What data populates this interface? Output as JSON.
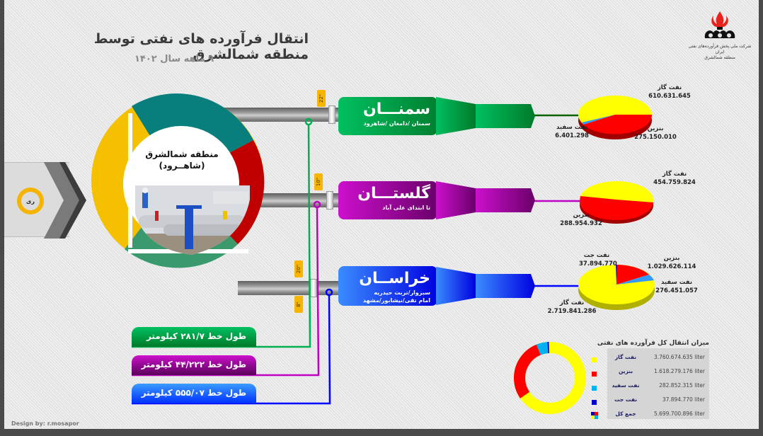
{
  "header": {
    "title": "انتقال فرآورده های نفتی توسط منطقه شمالشرق",
    "subtitle": "۹ ماهه سال ۱۴۰۲"
  },
  "logo": {
    "line1": "شرکت ملی پخش فرآورده‌های نفتی ایران",
    "line2": "منطقه شمالشرق"
  },
  "entry": {
    "badge": "ری"
  },
  "hub": {
    "name": "منطقه شمالشرق",
    "city": "(شاهــرود)",
    "ring_colors": [
      "#087f7c",
      "#c00000",
      "#3a9a6e",
      "#f5c000"
    ]
  },
  "pipes": [
    {
      "size": "22\"",
      "color": "#00b050"
    },
    {
      "size": "10\"",
      "color": "#c000c0"
    },
    {
      "size": "20\"",
      "color": "#1e90ff"
    },
    {
      "size": "8\"",
      "color": "#0000ff"
    }
  ],
  "regions": [
    {
      "name": "سمنـــان",
      "sub": "سمنان /دامغان /شاهرود",
      "color": "#00b050"
    },
    {
      "name": "گلستـــان",
      "sub": "تا ابتدای علی آباد",
      "color": "#c000c0"
    },
    {
      "name": "خراســان",
      "sub": "سبزوار/تربت حیدریه",
      "sub2": "امام تقی/نیشابور/مشهد",
      "color": "#1e90ff"
    }
  ],
  "lengths": [
    {
      "label": "طول خط ۲۸۱/۷ کیلومتر",
      "color": "#00a040"
    },
    {
      "label": "طول خط ۴۴/۲۲۲ کیلومتر",
      "color": "#a000a0"
    },
    {
      "label": "طول خط ۵۵۵/۰۷ کیلومتر",
      "color": "#1e6cff"
    }
  ],
  "chart_data": [
    {
      "type": "pie",
      "title": "سمنان",
      "categories": [
        "نفت گاز",
        "بنزین",
        "نفت سفید"
      ],
      "values": [
        610631645,
        275150010,
        6401298
      ],
      "labels": [
        "610.631.645",
        "275.150.010",
        "6.401.298"
      ],
      "colors": [
        "#ffff00",
        "#ff0000",
        "#3399ff"
      ]
    },
    {
      "type": "pie",
      "title": "گلستان",
      "categories": [
        "نفت گاز",
        "بنزین"
      ],
      "values": [
        454759824,
        288954932
      ],
      "labels": [
        "454.759.824",
        "288.954.932"
      ],
      "colors": [
        "#ffff00",
        "#ff0000"
      ]
    },
    {
      "type": "pie",
      "title": "خراسان",
      "categories": [
        "نفت گاز",
        "بنزین",
        "نفت سفید",
        "نفت جت"
      ],
      "values": [
        2719841286,
        1029626114,
        276451057,
        37894770
      ],
      "labels": [
        "2.719.841.286",
        "1.029.626.114",
        "276.451.057",
        "37.894.770"
      ],
      "colors": [
        "#ffff00",
        "#ff0000",
        "#3399ff",
        "#0000cc"
      ]
    },
    {
      "type": "pie",
      "title": "میزان انتقال کل فرآورده های نفتی",
      "categories": [
        "نفت گاز",
        "بنزین",
        "نفت سفید",
        "نفت جت"
      ],
      "values": [
        3760674635,
        1618279176,
        282852315,
        37894770
      ],
      "colors": [
        "#ffff00",
        "#ff0000",
        "#00b0f0",
        "#0000cc"
      ],
      "unit": "liter"
    }
  ],
  "legend": {
    "title": "میزان انتقال کل فرآورده های نفتی",
    "rows": [
      {
        "name": "نفت گاز",
        "value": "3.760.674.635 liter",
        "color": "#ffff00"
      },
      {
        "name": "بنزین",
        "value": "1.618.279.176 liter",
        "color": "#ff0000"
      },
      {
        "name": "نفت سفید",
        "value": "282.852.315 liter",
        "color": "#00b0f0"
      },
      {
        "name": "نفت جت",
        "value": "37.894.770 liter",
        "color": "#0000cc"
      },
      {
        "name": "جمع کل",
        "value": "5.699.700.896 liter",
        "color": "multi"
      }
    ]
  },
  "footer": {
    "credit": "Design by: r.mosapor"
  }
}
